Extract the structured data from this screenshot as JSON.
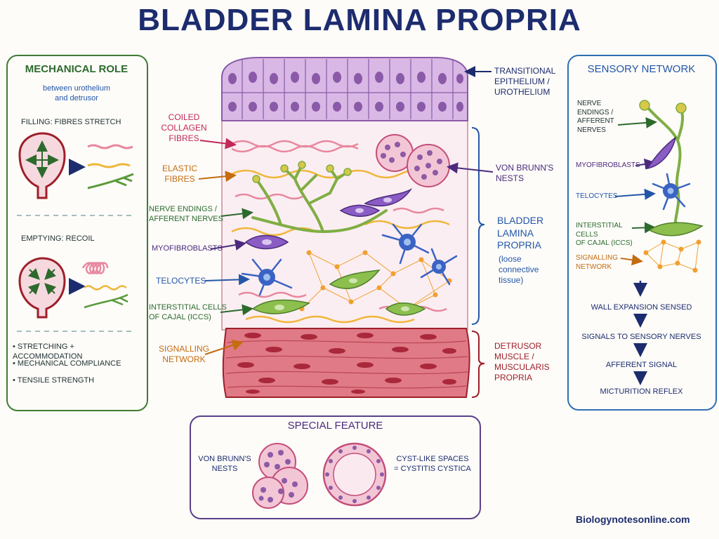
{
  "title": "BLADDER LAMINA PROPRIA",
  "labels_left": {
    "coiled_collagen": "COILED\nCOLLAGEN\nFIBRES",
    "elastic": "ELASTIC\nFIBRES",
    "nerve_endings": "NERVE ENDINGS /\nAFFERENT NERVES",
    "myofibroblasts": "MYOFIBROBLASTS",
    "telocytes": "TELOCYTES",
    "iccs": "INTERSTITIAL CELLS\nOF CAJAL (ICCs)",
    "signalling": "SIGNALLING\nNETWORK"
  },
  "labels_right": {
    "urothelium": "TRANSITIONAL\nEPITHELIUM /\nUROTHELIUM",
    "von_brunn": "VON BRUNN'S\nNESTS",
    "lamina_propria": "BLADDER\nLAMINA\nPROPRIA",
    "loose": "(loose\nconnective\ntissue)",
    "detrusor": "DETRUSOR\nMUSCLE /\nMUSCULARIS\nPROPRIA"
  },
  "mechanical": {
    "heading": "MECHANICAL ROLE",
    "subtitle": "between urothelium\nand detrusor",
    "filling": "FILLING: FIBRES STRETCH",
    "emptying": "EMPTYING: RECOIL",
    "bullets": [
      "STRETCHING + ACCOMMODATION",
      "MECHANICAL COMPLIANCE",
      "TENSILE STRENGTH"
    ]
  },
  "sensory": {
    "heading": "SENSORY NETWORK",
    "nerve": "NERVE\nENDINGS /\nAFFERENT\nNERVES",
    "myo": "MYOFIBROBLASTS",
    "telocytes": "TELOCYTES",
    "iccs": "INTERSTITIAL CELLS\nOF CAJAL (ICCs)",
    "signalling": "SIGNALLING\nNETWORK",
    "steps": [
      "WALL EXPANSION SENSED",
      "SIGNALS TO SENSORY NERVES",
      "AFFERENT SIGNAL",
      "MICTURITION REFLEX"
    ]
  },
  "special": {
    "heading": "SPECIAL FEATURE",
    "nests": "VON BRUNN'S\nNESTS",
    "cysts": "CYST-LIKE SPACES\n= CYSTITIS CYSTICA"
  },
  "footer": "Biologynotesonline.com",
  "colors": {
    "navy": "#1d2c6e",
    "epithelium": "#d9b8e6",
    "muscle": "#e07a86",
    "collagen": "#e8889e",
    "elastic": "#f0b63a",
    "nerve": "#8cbf4e",
    "myofibroblast": "#8a5cc4",
    "telocyte": "#3a63c4",
    "signalling": "#f0a030"
  }
}
